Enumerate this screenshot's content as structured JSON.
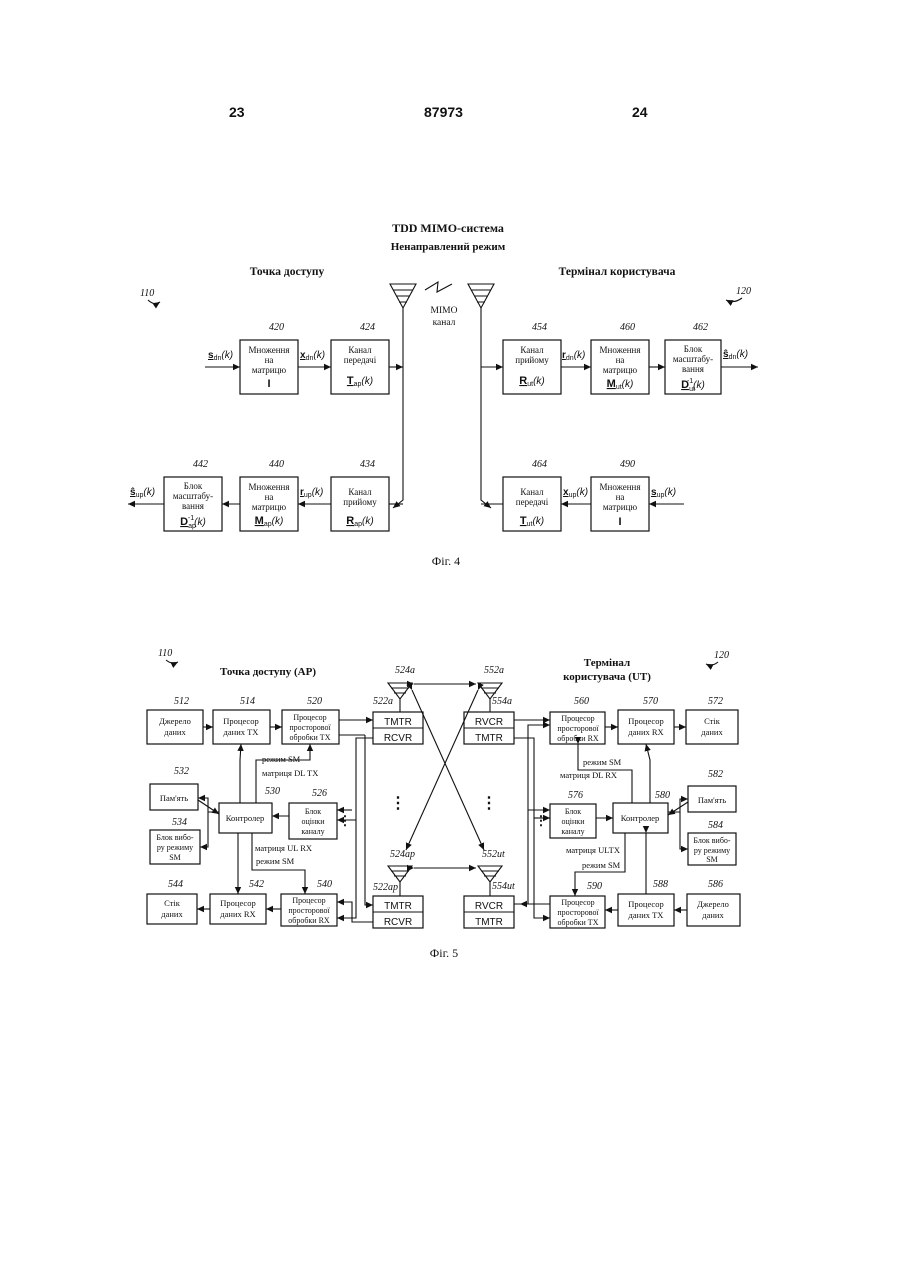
{
  "header": {
    "page_left": "23",
    "doc_number": "87973",
    "page_right": "24"
  },
  "fig4": {
    "title": "TDD MIMO-система",
    "subtitle": "Ненаправлений режим",
    "ap_label": "Точка доступу",
    "ut_label": "Термінал користувача",
    "ref_ap": "110",
    "ref_ut": "120",
    "channel_label_1": "MIMO",
    "channel_label_2": "канал",
    "caption": "Фіг. 4",
    "refs": {
      "b420": "420",
      "b424": "424",
      "b454": "454",
      "b460": "460",
      "b462": "462",
      "b442": "442",
      "b440": "440",
      "b434": "434",
      "b464": "464",
      "b490": "490"
    },
    "boxes": {
      "b420": [
        "Множення",
        "на",
        "матрицю",
        "I"
      ],
      "b424": [
        "Канал",
        "передачі",
        "T",
        "ap",
        "(k)"
      ],
      "b454": [
        "Канал",
        "прийому",
        "R",
        "ut",
        "(k)"
      ],
      "b460": [
        "Множення",
        "на",
        "матрицю",
        "M",
        "ut",
        "(k)"
      ],
      "b462": [
        "Блок",
        "масштабу-",
        "вання",
        "D",
        "ut",
        "-1",
        "(k)"
      ],
      "b442": [
        "Блок",
        "масштабу-",
        "вання",
        "D",
        "ap",
        "-1",
        "(k)"
      ],
      "b440": [
        "Множення",
        "на",
        "матрицю",
        "M",
        "ap",
        "(k)"
      ],
      "b434": [
        "Канал",
        "прийому",
        "R",
        "ap",
        "(k)"
      ],
      "b464": [
        "Канал",
        "передачі",
        "T",
        "ut",
        "(k)"
      ],
      "b490": [
        "Множення",
        "на",
        "матрицю",
        "I"
      ]
    },
    "signals": {
      "s_dn": [
        "s",
        "dn",
        "(k)"
      ],
      "x_dn": [
        "x",
        "dn",
        "(k)"
      ],
      "r_dn": [
        "r",
        "dn",
        "(k)"
      ],
      "sh_dn": [
        "ŝ",
        "dn",
        "(k)"
      ],
      "sh_up": [
        "ŝ",
        "up",
        "(k)"
      ],
      "r_up": [
        "r",
        "up",
        "(k)"
      ],
      "x_up": [
        "x",
        "up",
        "(k)"
      ],
      "s_up": [
        "s",
        "up",
        "(k)"
      ]
    }
  },
  "fig5": {
    "ap_label": "Точка доступу (AP)",
    "ut_label_1": "Термінал",
    "ut_label_2": "користувача (UT)",
    "ref_ap": "110",
    "ref_ut": "120",
    "caption": "Фіг. 5",
    "dots": "⋮",
    "tmtr": "TMTR",
    "rcvr": "RCVR",
    "rvcr": "RVCR",
    "refs": {
      "b512": "512",
      "b514": "514",
      "b520": "520",
      "b522a": "522a",
      "b524a": "524a",
      "b552a": "552a",
      "b554a": "554a",
      "b560": "560",
      "b570": "570",
      "b572": "572",
      "b532": "532",
      "b530": "530",
      "b526": "526",
      "b534": "534",
      "b544": "544",
      "b542": "542",
      "b540": "540",
      "b522ap": "522ap",
      "b524ap": "524ap",
      "b552ut": "552ut",
      "b554ut": "554ut",
      "b590": "590",
      "b588": "588",
      "b586": "586",
      "b576": "576",
      "b580": "580",
      "b582": "582",
      "b584": "584"
    },
    "boxes": {
      "b512": [
        "Джерело",
        "даних"
      ],
      "b514": [
        "Процесор",
        "даних TX"
      ],
      "b520": [
        "Процесор",
        "просторової",
        "обробки TX"
      ],
      "b560": [
        "Процесор",
        "просторової",
        "обробки RX"
      ],
      "b570": [
        "Процесор",
        "даних RX"
      ],
      "b572": [
        "Стік",
        "даних"
      ],
      "b532": [
        "Пам'ять"
      ],
      "b530": [
        "Контролер"
      ],
      "b526": [
        "Блок",
        "оцінки",
        "каналу"
      ],
      "b534": [
        "Блок вибо-",
        "ру режиму",
        "SM"
      ],
      "b576": [
        "Блок",
        "оцінки",
        "каналу"
      ],
      "b580": [
        "Контролер"
      ],
      "b582": [
        "Пам'ять"
      ],
      "b584": [
        "Блок вибо-",
        "ру режиму",
        "SM"
      ],
      "b544": [
        "Стік",
        "даних"
      ],
      "b542": [
        "Процесор",
        "даних RX"
      ],
      "b540": [
        "Процесор",
        "просторової",
        "обробки RX"
      ],
      "b590": [
        "Процесор",
        "просторової",
        "обробки TX"
      ],
      "b588": [
        "Процесор",
        "даних TX"
      ],
      "b586": [
        "Джерело",
        "даних"
      ]
    },
    "labels": {
      "ap_sm_top": "режим SM",
      "ap_dl_tx": "матриця DL TX",
      "ap_ul_rx": "матриця UL RX",
      "ap_sm_bottom": "режим SM",
      "ut_sm_top": "режим SM",
      "ut_dl_rx": "матриця DL RX",
      "ut_ul_tx": "матриця ULTX",
      "ut_sm_bottom": "режим SM"
    }
  }
}
